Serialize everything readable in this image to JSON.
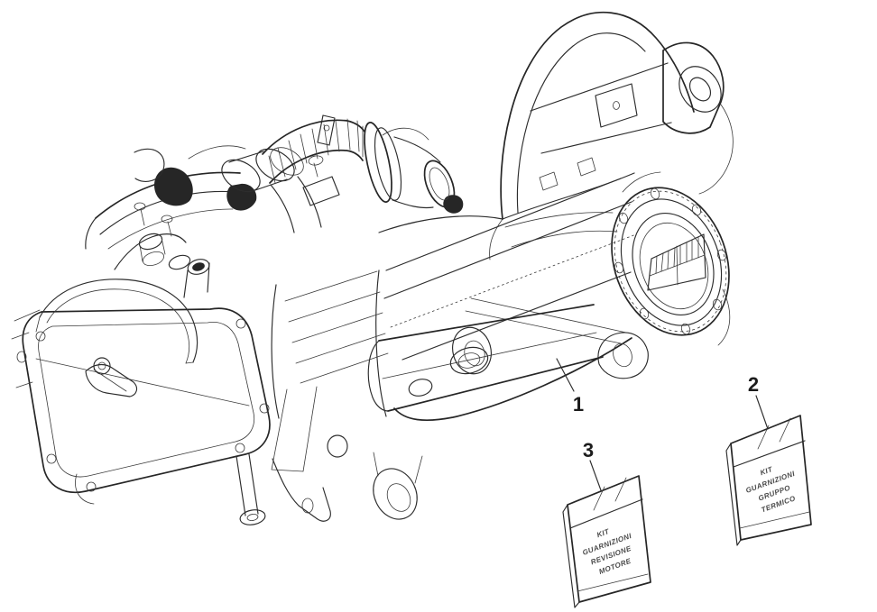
{
  "colors": {
    "background": "#ffffff",
    "ink": "#2d2d2d"
  },
  "callouts": [
    {
      "label": "1"
    },
    {
      "label": "2"
    },
    {
      "label": "3"
    }
  ],
  "packets": [
    {
      "callout": "2",
      "label_lines": [
        "KIT",
        "GUARNIZIONI",
        "GRUPPO",
        "TERMICO"
      ]
    },
    {
      "callout": "3",
      "label_lines": [
        "KIT",
        "GUARNIZIONI",
        "REVISIONE",
        "MOTORE"
      ]
    }
  ]
}
